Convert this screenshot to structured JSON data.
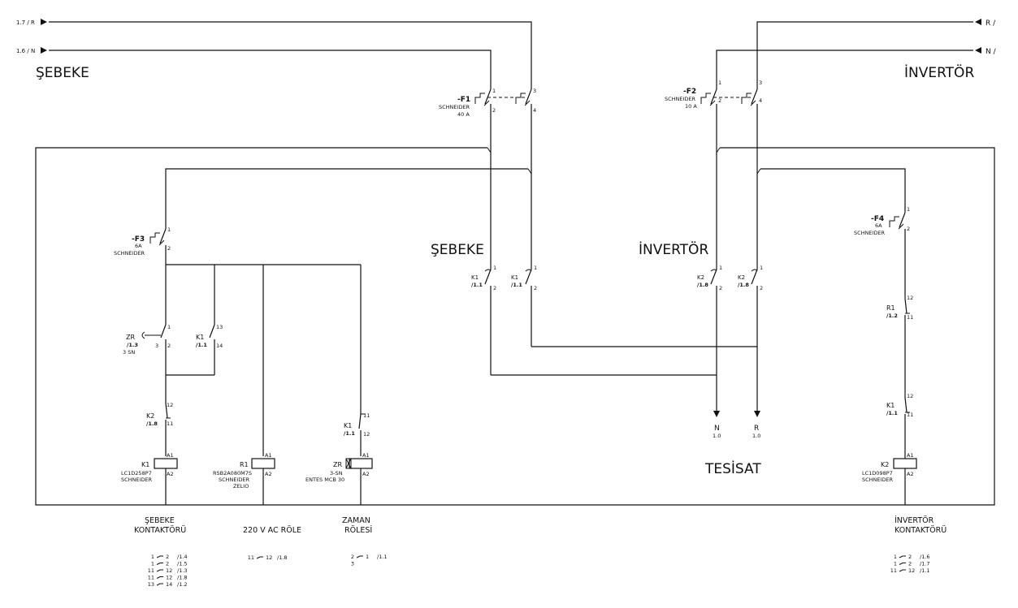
{
  "sources": {
    "left_r": "1.7 / R",
    "left_n": "1.6 / N",
    "right_r": "R /",
    "right_n": "N /"
  },
  "headings": {
    "sebeke_top": "ŞEBEKE",
    "invertor_top": "İNVERTÖR",
    "sebeke_mid": "ŞEBEKE",
    "invertor_mid": "İNVERTÖR",
    "tesisat": "TESİSAT"
  },
  "breakers": {
    "f1": {
      "tag": "-F1",
      "brand": "SCHNEIDER",
      "rating": "40 A",
      "t1": "1",
      "t2": "2",
      "t3": "3",
      "t4": "4"
    },
    "f2": {
      "tag": "-F2",
      "brand": "SCHNEIDER",
      "rating": "10 A",
      "t1": "1",
      "t2": "2",
      "t3": "3",
      "t4": "4"
    },
    "f3": {
      "tag": "-F3",
      "rating": "6A",
      "brand": "SCHNEIDER",
      "t1": "1",
      "t2": "2"
    },
    "f4": {
      "tag": "-F4",
      "rating": "6A",
      "brand": "SCHNEIDER",
      "t1": "1",
      "t2": "2"
    }
  },
  "contacts": {
    "k1a": {
      "tag": "K1",
      "ref": "/1.1",
      "t1": "1",
      "t2": "2"
    },
    "k1b": {
      "tag": "K1",
      "ref": "/1.1",
      "t1": "1",
      "t2": "2"
    },
    "k2a": {
      "tag": "K2",
      "ref": "/1.8",
      "t1": "1",
      "t2": "2"
    },
    "k2b": {
      "tag": "K2",
      "ref": "/1.8",
      "t1": "1",
      "t2": "2"
    },
    "zr": {
      "tag": "ZR",
      "ref": "/1.3",
      "extra": "3 SN",
      "t1": "1",
      "t2": "2",
      "t3": "3"
    },
    "k1_hold": {
      "tag": "K1",
      "ref": "/1.1",
      "t1": "13",
      "t2": "14"
    },
    "k2_nc": {
      "tag": "K2",
      "ref": "/1.8",
      "t1": "12",
      "t2": "11"
    },
    "k1_nc_zr": {
      "tag": "K1",
      "ref": "/1.1",
      "t1": "11",
      "t2": "12"
    },
    "r1_nc": {
      "tag": "R1",
      "ref": "/1.2",
      "t1": "12",
      "t2": "11"
    },
    "k1_nc_k2": {
      "tag": "K1",
      "ref": "/1.1",
      "t1": "12",
      "t2": "11"
    }
  },
  "coils": {
    "k1": {
      "tag": "K1",
      "model": "LC1D258P7",
      "brand": "SCHNEIDER",
      "a1": "A1",
      "a2": "A2"
    },
    "r1": {
      "tag": "R1",
      "model": "RSB2A080M7S",
      "brand": "SCHNEIDER",
      "sub": "ZELIO",
      "a1": "A1",
      "a2": "A2"
    },
    "zr": {
      "tag": "ZR",
      "model": "3-SN",
      "brand": "ENTES MCB 30",
      "a1": "A1",
      "a2": "A2"
    },
    "k2": {
      "tag": "K2",
      "model": "LC1D098P7",
      "brand": "SCHNEIDER",
      "a1": "A1",
      "a2": "A2"
    }
  },
  "outputs": {
    "n": {
      "label": "N",
      "ref": "1.0"
    },
    "r": {
      "label": "R",
      "ref": "1.0"
    }
  },
  "captions": {
    "sebeke_kontaktoru": [
      "ŞEBEKE",
      "KONTAKTÖRÜ"
    ],
    "role_220": "220 V AC RÖLE",
    "zaman_rolesi": [
      "ZAMAN",
      "RÖLESİ"
    ],
    "invertor_kontaktoru": [
      "İNVERTÖR",
      "KONTAKTÖRÜ"
    ]
  },
  "crossrefs": {
    "k1": [
      {
        "a": "1",
        "b": "2",
        "ref": "/1.4"
      },
      {
        "a": "1",
        "b": "2",
        "ref": "/1.5"
      },
      {
        "a": "11",
        "b": "12",
        "ref": "/1.3"
      },
      {
        "a": "11",
        "b": "12",
        "ref": "/1.8"
      },
      {
        "a": "13",
        "b": "14",
        "ref": "/1.2"
      }
    ],
    "r1": [
      {
        "a": "11",
        "b": "12",
        "ref": "/1.8"
      }
    ],
    "zr": [
      {
        "a": "2",
        "b": "1",
        "ref": "/1.1"
      },
      {
        "a": "3",
        "b": "",
        "ref": ""
      }
    ],
    "k2": [
      {
        "a": "1",
        "b": "2",
        "ref": "/1.6"
      },
      {
        "a": "1",
        "b": "2",
        "ref": "/1.7"
      },
      {
        "a": "11",
        "b": "12",
        "ref": "/1.1"
      }
    ]
  }
}
